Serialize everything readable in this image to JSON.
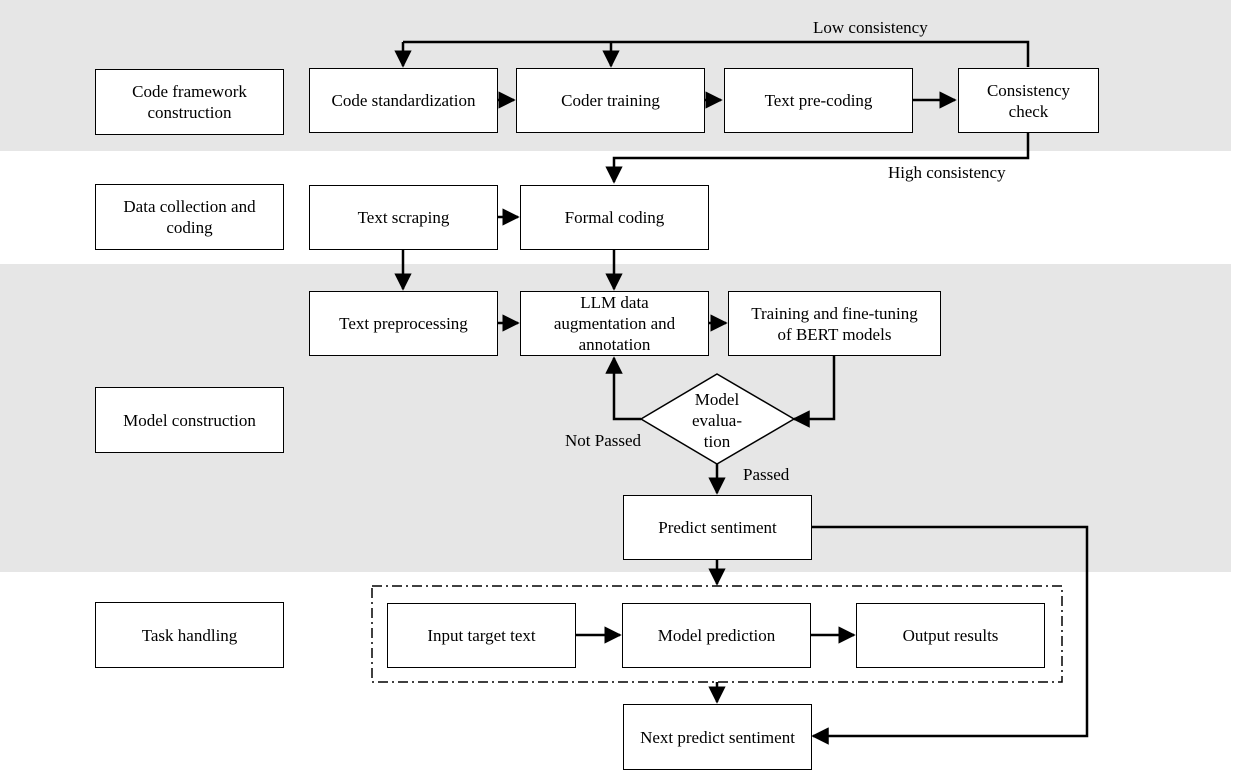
{
  "stages": {
    "code_framework": "Code framework construction",
    "data_collection": "Data collection and coding",
    "model_construction": "Model construction",
    "task_handling": "Task handling"
  },
  "nodes": {
    "code_standardization": "Code standardization",
    "coder_training": "Coder training",
    "text_precoding": "Text pre-coding",
    "consistency_check": "Consistency check",
    "text_scraping": "Text scraping",
    "formal_coding": "Formal coding",
    "text_preprocessing": "Text preprocessing",
    "llm_augmentation": "LLM data augmentation and annotation",
    "bert_training": "Training and fine-tuning of BERT models",
    "model_evaluation": "Model evalua- tion",
    "predict_sentiment": "Predict sentiment",
    "input_target_text": "Input target text",
    "model_prediction": "Model prediction",
    "output_results": "Output results",
    "next_predict_sentiment": "Next predict sentiment"
  },
  "edge_labels": {
    "low_consistency": "Low consistency",
    "high_consistency": "High consistency",
    "not_passed": "Not Passed",
    "passed": "Passed"
  }
}
